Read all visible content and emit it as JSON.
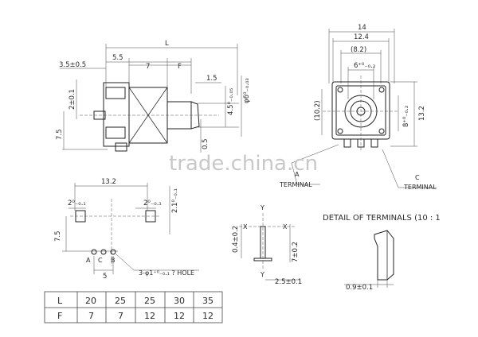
{
  "side_view": {
    "dim_L": "L",
    "dim_5_5": "5.5",
    "dim_7": "7",
    "dim_F": "F",
    "dim_3_5": "3.5±0.5",
    "dim_1_5": "1.5",
    "dim_2": "2±0.1",
    "dim_4_5": "4.5⁰₋₀.₀₅",
    "dim_phi6": "φ6⁰₋₀.₀₃",
    "dim_7_5": "7.5",
    "dim_0_5": "0.5"
  },
  "front_view": {
    "dim_14": "14",
    "dim_12_4": "12.4",
    "dim_8_2": "(8.2)",
    "dim_6": "6⁺⁰₋₀.₂",
    "dim_10_2": "(10.2)",
    "dim_8_side": "8⁺⁰₋₀.₂",
    "dim_13_2": "13.2",
    "terminal_a_letter": "A",
    "terminal_a_word": "TERMINAL",
    "terminal_c_letter": "C",
    "terminal_c_word": "TERMINAL"
  },
  "pcb_layout": {
    "dim_13_2": "13.2",
    "dim_2_left": "2⁰₋₀.₁",
    "dim_2_right": "2⁰₋₀.₁",
    "dim_2_1": "2.1⁰₋₀.₁",
    "dim_7_5": "7.5",
    "pin_a": "A",
    "pin_c": "C",
    "pin_b": "B",
    "dim_5": "5",
    "hole_note": "3-φ1⁺⁰₋₀.₁ ? HOLE"
  },
  "terminal_xy": {
    "y_top": "Y",
    "x_left": "X",
    "x_right": "X",
    "y_bottom": "Y",
    "dim_0_4": "0.4±0.2",
    "dim_7": "7±0.2",
    "dim_2_5": "2.5±0.1"
  },
  "detail": {
    "title": "DETAIL  OF  TERMINALS (10 : 1",
    "dim_0_9": "0.9±0.1"
  },
  "table": {
    "rows": [
      {
        "label": "L",
        "cells": [
          "20",
          "25",
          "25",
          "30",
          "35"
        ]
      },
      {
        "label": "F",
        "cells": [
          "7",
          "7",
          "12",
          "12",
          "12"
        ]
      }
    ]
  },
  "watermark": "trade.china.cn"
}
